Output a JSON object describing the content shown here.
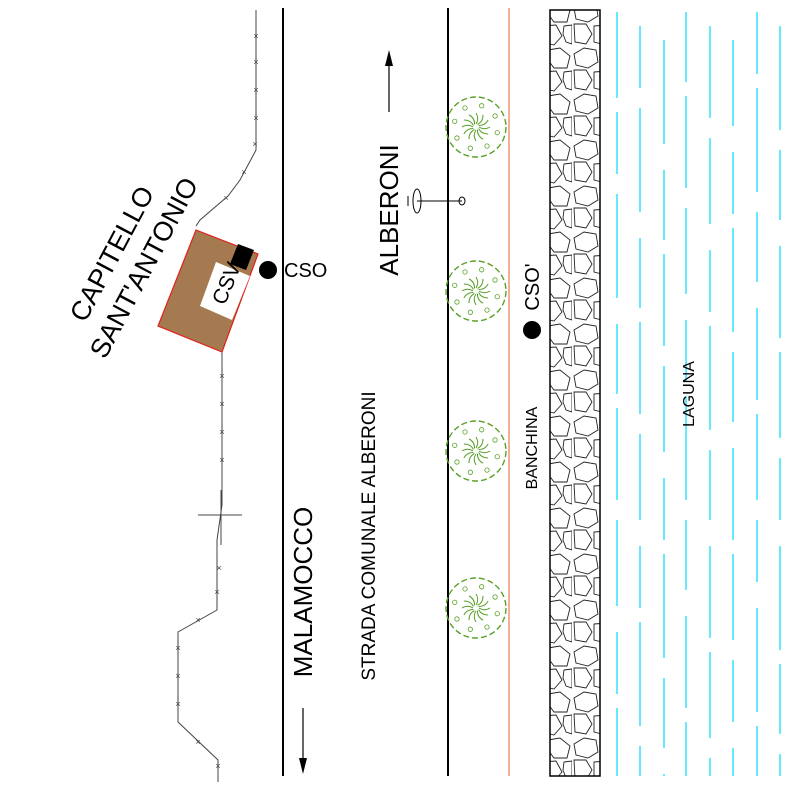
{
  "labels": {
    "capitello_line1": "CAPITELLO",
    "capitello_line2": "SANT'ANTONIO",
    "csv": "CSV",
    "cso": "CSO",
    "cso_prime": "CSO'",
    "alberoni": "ALBERONI",
    "malamocco": "MALAMOCCO",
    "road": "STRADA COMUNALE ALBERONI",
    "banchina": "BANCHINA",
    "laguna": "LAGUNA"
  },
  "colors": {
    "building_fill": "#a57a50",
    "building_outline": "#e0201a",
    "quay_edge": "#e87a55",
    "tree": "#5aa028",
    "water": "#00d8ff",
    "line": "#000000"
  },
  "icons": [
    "tree-icon",
    "bicycle-icon",
    "cso-point-icon",
    "direction-arrow-icon",
    "fence-line"
  ]
}
